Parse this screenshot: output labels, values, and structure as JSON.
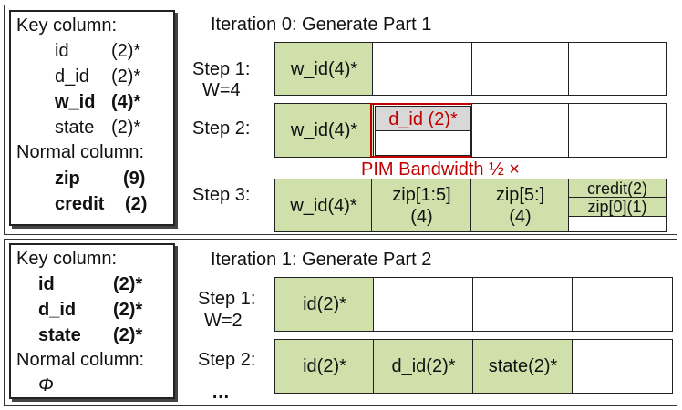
{
  "iteration0": {
    "title": "Iteration 0: Generate Part 1",
    "legend": {
      "key_header": "Key column:",
      "keys": [
        {
          "name": "id",
          "size": "(2)*",
          "bold": false
        },
        {
          "name": "d_id",
          "size": "(2)*",
          "bold": false
        },
        {
          "name": "w_id",
          "size": "(4)*",
          "bold": true
        },
        {
          "name": "state",
          "size": "(2)*",
          "bold": false
        }
      ],
      "normal_header": "Normal column:",
      "normals": [
        {
          "name": "zip",
          "size": "(9)",
          "bold": true
        },
        {
          "name": "credit",
          "size": "(2)",
          "bold": true
        }
      ]
    },
    "step1": {
      "label": "Step 1:",
      "sub": "W=4",
      "cell": "w_id(4)*"
    },
    "step2": {
      "label": "Step 2:",
      "cell": "w_id(4)*",
      "red_cell": "d_id (2)*"
    },
    "annotation": "PIM Bandwidth ½ ×",
    "step3": {
      "label": "Step 3:",
      "cells": [
        "w_id(4)*",
        "zip[1:5]",
        "(4)",
        "zip[5:]",
        "(4)"
      ],
      "split_top": "credit(2)",
      "split_bottom": "zip[0](1)"
    }
  },
  "iteration1": {
    "title": "Iteration 1: Generate Part 2",
    "legend": {
      "key_header": "Key column:",
      "keys": [
        {
          "name": "id",
          "size": "(2)*"
        },
        {
          "name": "d_id",
          "size": "(2)*"
        },
        {
          "name": "state",
          "size": "(2)*"
        }
      ],
      "normal_header": "Normal column:",
      "phi": "Φ"
    },
    "step1": {
      "label": "Step 1:",
      "sub": "W=2",
      "cell": "id(2)*"
    },
    "step2": {
      "label": "Step 2:",
      "cells": [
        "id(2)*",
        "d_id(2)*",
        "state(2)*"
      ]
    },
    "ellipsis": "…"
  },
  "colors": {
    "fill": "#cfe0ab",
    "highlight": "#c00000",
    "gray": "#d8d8d8"
  }
}
